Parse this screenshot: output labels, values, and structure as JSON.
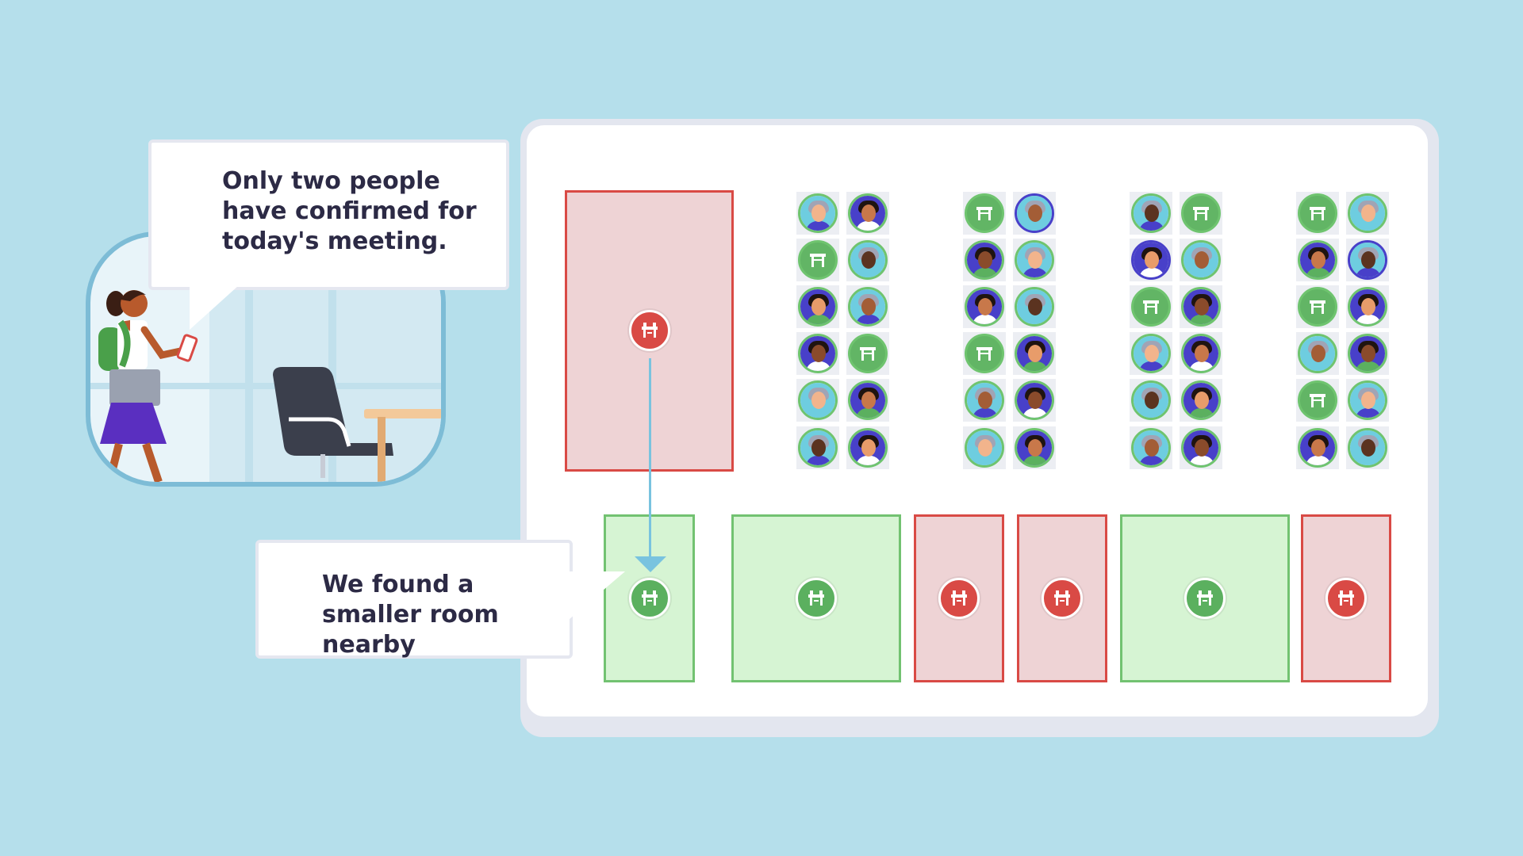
{
  "scene": {
    "bubble_top": "Only two people have confirmed for today's meeting.",
    "bubble_bottom": "We found a smaller room nearby"
  },
  "floorplan": {
    "rooms_top": [
      {
        "status": "occupied",
        "color": "#d94a45"
      }
    ],
    "rooms_bottom": [
      {
        "status": "available",
        "color": "#5bb05f"
      },
      {
        "status": "available",
        "color": "#5bb05f"
      },
      {
        "status": "occupied",
        "color": "#d94a45"
      },
      {
        "status": "occupied",
        "color": "#d94a45"
      },
      {
        "status": "available",
        "color": "#5bb05f"
      },
      {
        "status": "occupied",
        "color": "#d94a45"
      }
    ],
    "desk_columns": [
      [
        "person",
        "person",
        "empty",
        "person",
        "person",
        "person",
        "person",
        "empty",
        "person",
        "person",
        "person",
        "person"
      ],
      [
        "empty",
        "person",
        "person",
        "person",
        "person",
        "person",
        "empty",
        "person",
        "person",
        "person",
        "person",
        "person"
      ],
      [
        "person",
        "empty",
        "person",
        "person",
        "empty",
        "person",
        "person",
        "person",
        "person",
        "person",
        "person",
        "person"
      ],
      [
        "empty",
        "person",
        "person",
        "person",
        "empty",
        "person",
        "person",
        "person",
        "empty",
        "person",
        "person",
        "person"
      ]
    ]
  },
  "colors": {
    "background": "#b5dfeb",
    "busy": "#d94a45",
    "free": "#5bb05f",
    "arrow": "#79c3df"
  },
  "icons": {
    "room": "meeting-table-icon",
    "desk": "desk-icon"
  }
}
